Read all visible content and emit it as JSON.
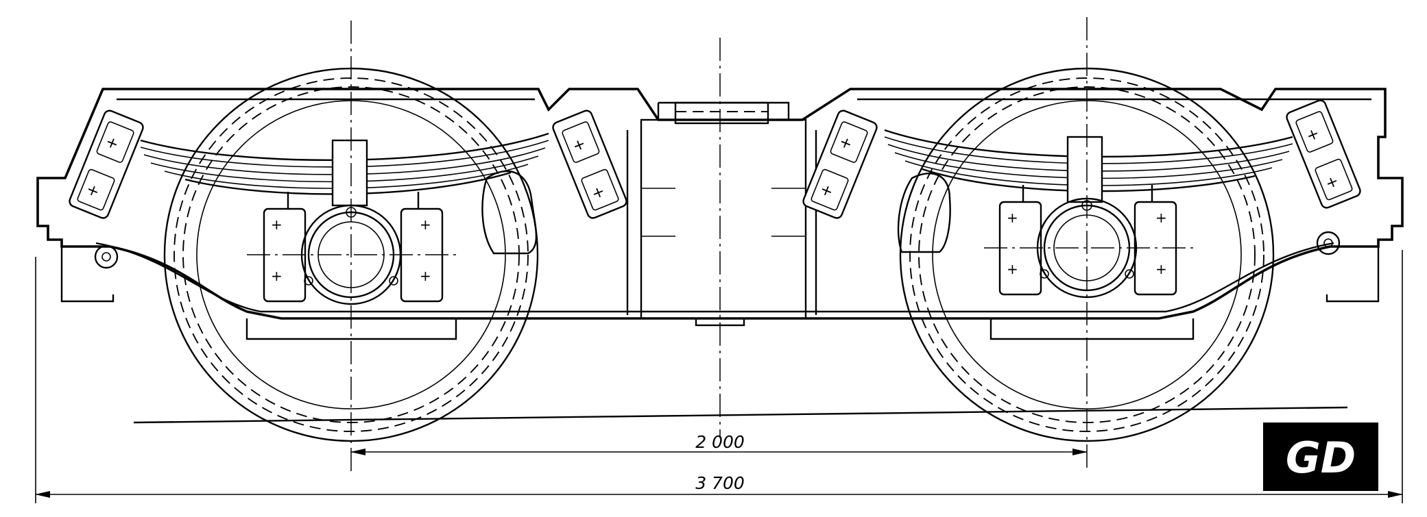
{
  "dimensions": {
    "wheelbase_label": "2 000",
    "overall_length_label": "3 700"
  },
  "logo": {
    "text": "GD"
  },
  "colors": {
    "line": "#000000",
    "background": "#ffffff"
  }
}
